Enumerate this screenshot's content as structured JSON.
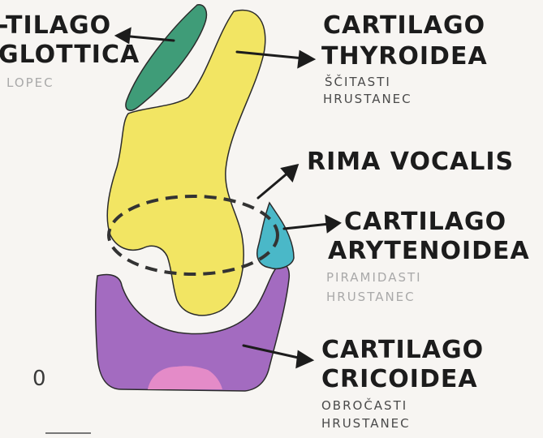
{
  "labels": {
    "epiglottica": {
      "line1": "-TILAGO",
      "line2": "GLOTTICA",
      "sub": "LOPEC"
    },
    "thyroidea": {
      "line1": "CARTILAGO",
      "line2": "THYROIDEA",
      "sub1": "ŠČITASTI",
      "sub2": "HRUSTANEC"
    },
    "rima": {
      "line1": "RIMA VOCALIS"
    },
    "arytenoidea": {
      "line1": "CARTILAGO",
      "line2": "ARYTENOIDEA",
      "sub1": "PIRAMIDASTI",
      "sub2": "HRUSTANEC"
    },
    "cricoidea": {
      "line1": "CARTILAGO",
      "line2": "CRICOIDEA",
      "sub1": "OBROČASTI",
      "sub2": "HRUSTANEC"
    },
    "corner_mark": "0"
  },
  "colors": {
    "epiglottis": "#3f9c78",
    "thyroid": "#f2e563",
    "arytenoid": "#4ab8c8",
    "cricoid": "#a36bc0",
    "cricoid_lumen": "#e48bc8",
    "outline": "#2b2b2b",
    "arrow": "#1c1c1c"
  }
}
